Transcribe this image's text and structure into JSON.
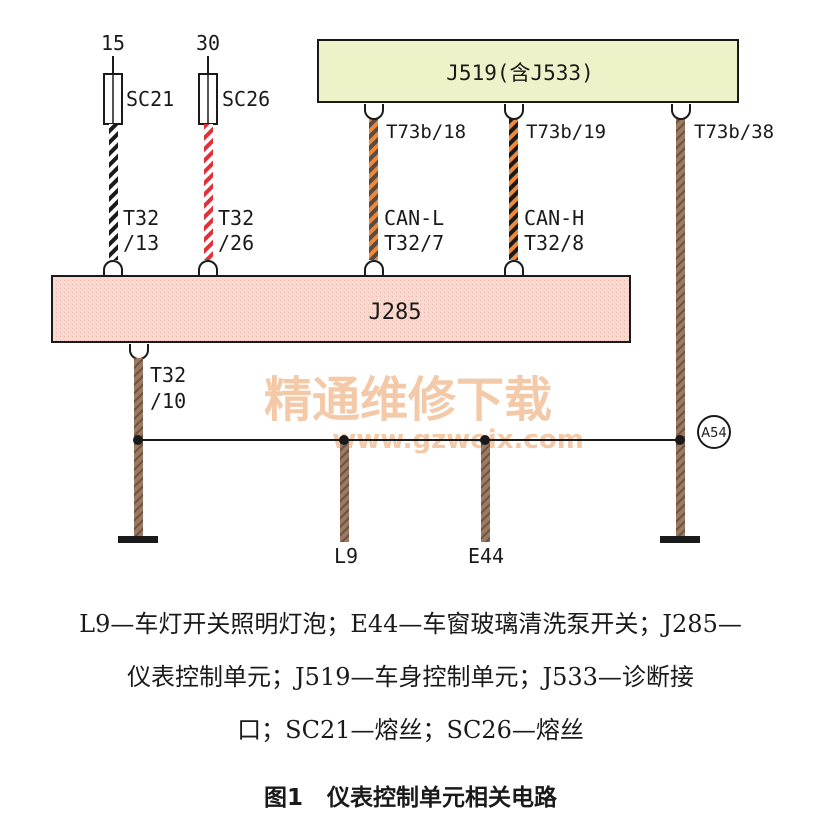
{
  "colors": {
    "wire_brown": "#8a6a55",
    "wire_black": "#1a1a1a",
    "wire_red": "#e0303a",
    "wire_orange": "#f08a3a",
    "wire_white": "#ffffff",
    "j519_fill": "#eef2c8",
    "j285_fill": "#f8d8d0",
    "watermark": "#f3c9a8"
  },
  "supplies": {
    "terminal_15": "15",
    "terminal_30": "30"
  },
  "fuses": {
    "sc21": "SC21",
    "sc26": "SC26"
  },
  "modules": {
    "j519": "J519(含J533)",
    "j285": "J285"
  },
  "pins": {
    "t73b_18": "T73b/18",
    "t73b_19": "T73b/19",
    "t73b_38": "T73b/38",
    "t32_13_top": "T32",
    "t32_13_bot": "/13",
    "t32_26_top": "T32",
    "t32_26_bot": "/26",
    "can_l": "CAN-L",
    "t32_7": "T32/7",
    "can_h": "CAN-H",
    "t32_8": "T32/8",
    "t32_10_top": "T32",
    "t32_10_bot": "/10"
  },
  "ground_point": "A54",
  "loads": {
    "l9": "L9",
    "e44": "E44"
  },
  "watermark": {
    "text": "精通维修下载",
    "url": "www.gzweix.com"
  },
  "legend": {
    "line1": "L9—车灯开关照明灯泡；E44—车窗玻璃清洗泵开关；J285—",
    "line2": "仪表控制单元；J519—车身控制单元；J533—诊断接",
    "line3": "口；SC21—熔丝；SC26—熔丝"
  },
  "figure": {
    "number": "图1",
    "title": "仪表控制单元相关电路"
  }
}
